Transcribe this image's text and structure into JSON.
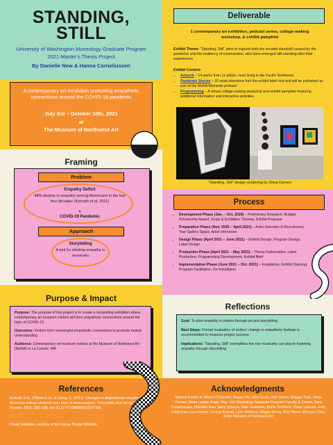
{
  "title": {
    "main_line1": "STANDING,",
    "main_line2": "STILL",
    "subtitle1": "University of Washington Museology Graduate Program",
    "subtitle2": "2021 Master's Thesis Project",
    "authors": "By Danielle New & Hanna Corneliussen"
  },
  "intro": {
    "description": "A contemporary art exhibition promoting empathetic connections around the COVID-19 pandemic",
    "dates": "July 3rd – October 10th, 2021",
    "at": "at",
    "venue": "The Museum of Northwest Art"
  },
  "deliverable": {
    "heading": "Deliverable",
    "lead": "1 contemporary art exhibition, podcast series, collage-making workshop, & exhibit pamphlet",
    "theme_label": "Exhibit Theme:",
    "theme_text": "\"Standing, Still\" aims to capture both the societal standstill caused by the pandemic and the resiliency of communities, who have emerged still standing after their experiences",
    "content_label": "Exhibit Content:",
    "items": [
      {
        "name": "Artwork",
        "text": " – 14 works from 11 artists, most living in the Pacific Northwest"
      },
      {
        "name": "Pandemic Stories",
        "text": " – 10 artist interviews fuel the exhibit label text and will be published as part of the MoNA Moments podcast"
      },
      {
        "name": "Programming",
        "text": " – A virtual collage-making workshop and exhibit pamphlet featuring additional information and interactive activities"
      }
    ],
    "caption": "\"Standing, Still\" design rendering by Olivia Oomen"
  },
  "framing": {
    "heading": "Framing",
    "problem_label": "Problem",
    "problem_title": "Empathy Deficit",
    "problem_text": "48% decline in empathy among Americans in the last four decades (Konrath et al, 2011)",
    "plus": "+",
    "covid": "COVID-19 Pandemic",
    "approach_label": "Approach",
    "approach_title": "Storytelling",
    "approach_text": "A tool for eliciting empathy in museums"
  },
  "process": {
    "heading": "Process",
    "items": [
      {
        "phase": "Development Phase (Jan. – Oct. 2020)",
        "text": " – Preliminary Research, Budget, Scholarship Award, Goals & Exhibition Themes, Exhibit Proposal"
      },
      {
        "phase": "Preparation Phase (Nov. 2020 – April 2021)",
        "text": " – Artist Selection & Recruitment, Tour Gallery Space, Artist Interviews"
      },
      {
        "phase": "Design Phase (April 2021 – June 2021)",
        "text": " – Exhibit Design, Program Design, Label Design"
      },
      {
        "phase": "Production Phase (April 2021 – May 2021)",
        "text": " – Thesis Deliverables, Label Production, Programming Development, Exhibit Brief"
      },
      {
        "phase": "Implementation Phase (June 2021 – Oct. 2021)",
        "text": " – Installation, Exhibit Opening, Program Facilitation, De-Installation"
      }
    ]
  },
  "purpose": {
    "heading": "Purpose & Impact",
    "items": [
      {
        "label": "Purpose:",
        "text": " The purpose of this project is to create a storytelling exhibition where contemporary art museum visitors will form empathetic connections around the topic of COVID-19"
      },
      {
        "label": "Outcomes:",
        "text": " Visitors form meaningful empathetic connections to promote mutual understanding"
      },
      {
        "label": "Audience:",
        "text": " Contemporary art museum visitors at the Museum of Northwest Art (MoNA) in La Conner, WA"
      }
    ]
  },
  "reflections": {
    "heading": "Reflections",
    "items": [
      {
        "label": "Goal:",
        "text": " To elicit empathy in visitors through art and storytelling"
      },
      {
        "label": "Next Steps:",
        "text": " Formal evaluation of visitors' change in empathetic feelings is recommended to measure project success"
      },
      {
        "label": "Implications:",
        "text": " \"Standing, Still\" exemplifies the role museums can play in fostering empathy through storytelling"
      }
    ]
  },
  "references": {
    "heading": "References",
    "citation": "Konrath S.H., O'Brien E.H., & Hsing, C. (2011). Changes in dispositional empathy in American college students over time: A meta-analysis. Personality and Social Psychology Review, 15(2), 180–198. doi:10.1177/1088868310377395",
    "credit": "Poster template courtesy of the Canva Design Website"
  },
  "acknowledgments": {
    "heading": "Acknowledgments",
    "text": "Special thanks to Wilson O'Donnell, Regan Pro, Ellie Cross, Kim Simon, Maggie Paul, Olivia Oomen, Rose Lasley, Angie Ong, UW Museology Graduate Program Faculty & Cohort, Sara Corneliussen, Michelle New, barry johnson, Blair Goldstein, Burke Smithers, Dawn Laurant, Jody Joldersma, Lisa Sheets, Lorena Krause, Lynn Whitford, Miggie Wong, Ries Niemi, Monyee Chau, & the Museum of Northwest Art"
  },
  "colors": {
    "mint": "#9fdcc4",
    "yellow": "#f8cf2f",
    "orange": "#f58e2c",
    "pink": "#f5a8d4",
    "cream": "#f4f0e2",
    "dark": "#1a1a1a",
    "blue_text": "#1a3bb8"
  }
}
